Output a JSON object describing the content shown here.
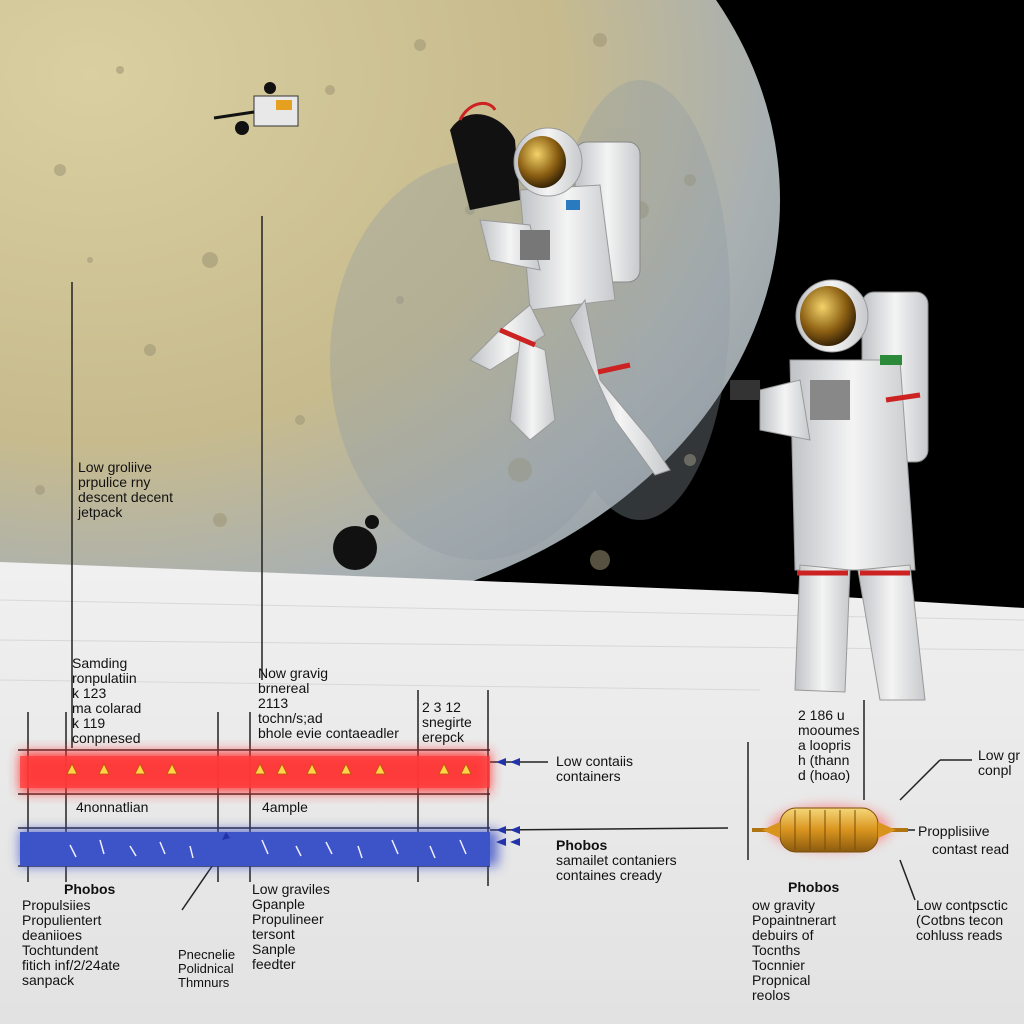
{
  "labels": {
    "moon_callout": [
      "Low groliive",
      "prpulice rny",
      "descent decent",
      "jetpack"
    ],
    "col1_header": [
      "Samding",
      "ronpulatiin",
      "k 123",
      "ma colarad",
      "k 119",
      "conpnesed"
    ],
    "col2_header": [
      "Now gravig",
      "brnereal",
      "2113",
      "tochn/s;ad",
      "bhole evie contaeadler"
    ],
    "col3_header": [
      "2 3 12",
      "snegirte",
      "erepck"
    ],
    "blue_band_left": "4nonnatlian",
    "blue_band_mid": "4ample",
    "red_band_callout": [
      "Low contaiis",
      "containers"
    ],
    "blue_band_callout": [
      "Phobos",
      "samailet contaniers",
      "containes cready"
    ],
    "bottom_col1": [
      "Phobos"
    ],
    "bottom_col1_sub": [
      "Propulsiies",
      "Propulientert",
      "deaniioes",
      "Tochtundent",
      "fitich inf/2/24ate",
      "sanpack"
    ],
    "bottom_col2": [
      "Pnecnelie",
      "Polidnical",
      "Thmnurs"
    ],
    "bottom_col3": [
      "Low graviles",
      "Gpanple",
      "Propulineer",
      "tersont",
      "Sanple",
      "feedter"
    ],
    "right_top": [
      "2 186 u",
      "mooumes",
      "a loopris",
      "h (thann",
      "d (hoao)"
    ],
    "right_corner": [
      "Low gr",
      "conpl"
    ],
    "right_callout": "Propplisiive",
    "right_callout_sub": "contast read",
    "right_phobos": "Phobos",
    "right_col_sub": [
      "ow gravity",
      "Popaintnerart",
      "debuirs of",
      "Tocnths",
      "Tocnnier",
      "Propnical",
      "reolos"
    ],
    "right_low": [
      "Low contpsctic",
      "(Cotbns tecon",
      "cohluss reads"
    ]
  },
  "icons": [
    "satellite-icon",
    "astronaut-icon",
    "canister-icon",
    "arrow-icon",
    "flame-icon"
  ],
  "colors": {
    "red_band": "#ff2a2a",
    "blue_band": "#3a4fc8",
    "canister": "#e0a020",
    "space": "#000000",
    "moon": "#c8b98a"
  }
}
